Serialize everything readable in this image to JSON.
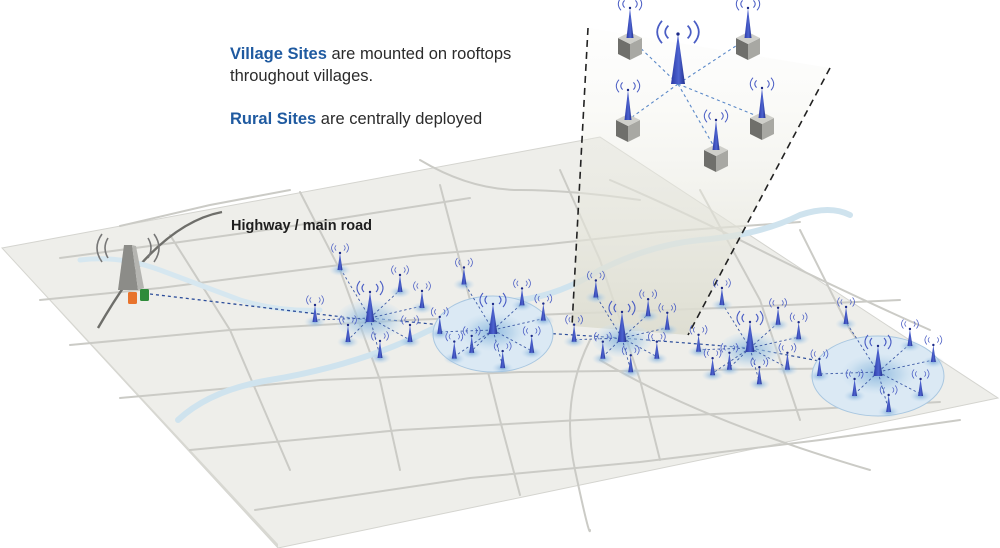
{
  "captions": {
    "village": {
      "term": "Village Sites",
      "text": " are mounted on rooftops throughout villages."
    },
    "rural": {
      "term": "Rural Sites",
      "text": " are centrally deployed"
    }
  },
  "labels": {
    "road": "Highway / main road"
  },
  "colors": {
    "ground": "#eeeeea",
    "ground_edge": "#d9d9d4",
    "road": "#c2c2bd",
    "river": "#cfe3ee",
    "antenna": "#3a4cb8",
    "coverage": "#9cc3e0",
    "link": "#2c4d9a",
    "caption_term": "#1f5aa0",
    "backhaul_orange": "#e8732c",
    "backhaul_green": "#2e8b3a"
  },
  "legend_icons": [
    "rural-site-icon",
    "village-site-icon",
    "gateway-tower-icon",
    "signal-waves-icon"
  ]
}
